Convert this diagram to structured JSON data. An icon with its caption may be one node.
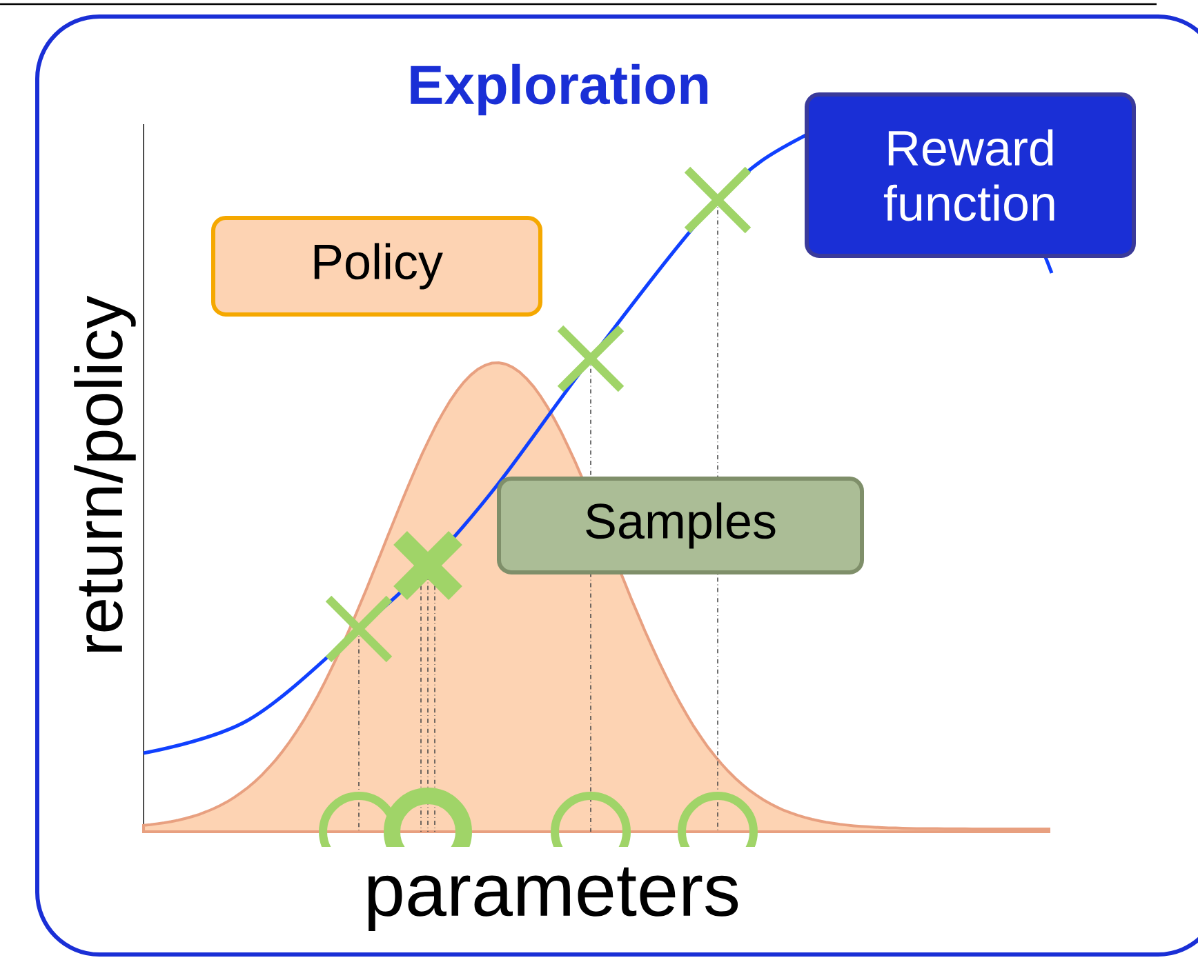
{
  "diagram": {
    "nodes": [
      {
        "text": [
          "Exploration"
        ]
      },
      {
        "text": [
          "Policy"
        ],
        "in": 0
      },
      {
        "text": [
          "Reward function"
        ],
        "in": 0
      },
      {
        "text": [
          "Samples"
        ],
        "in": 0
      }
    ],
    "labels": [
      "return/policy",
      "parameters"
    ]
  }
}
